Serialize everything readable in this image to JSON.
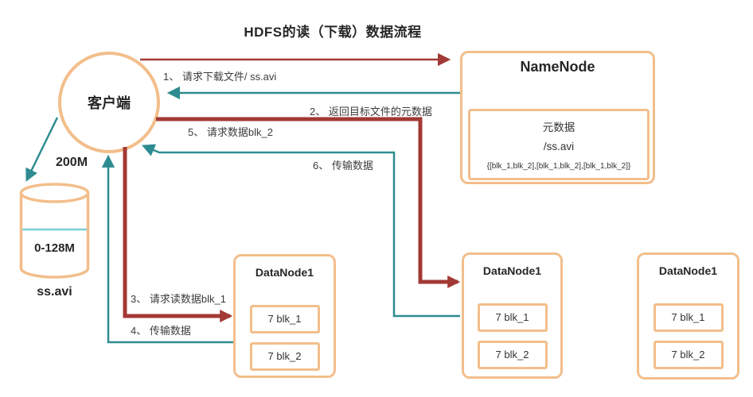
{
  "title": "HDFS的读（下载）数据流程",
  "client": {
    "label": "客户端"
  },
  "source_file": {
    "total_size": "200M",
    "block_range": "0-128M",
    "name": "ss.avi"
  },
  "namenode": {
    "title": "NameNode",
    "metadata_heading": "元数据",
    "metadata_path": "/ss.avi",
    "metadata_blocks": "{[blk_1,blk_2],[blk_1,blk_2],[blk_1,blk_2]}"
  },
  "datanodes": [
    {
      "title": "DataNode1",
      "blocks": [
        "7 blk_1",
        "7 blk_2"
      ]
    },
    {
      "title": "DataNode1",
      "blocks": [
        "7 blk_1",
        "7 blk_2"
      ]
    },
    {
      "title": "DataNode1",
      "blocks": [
        "7 blk_1",
        "7 blk_2"
      ]
    }
  ],
  "flows": [
    {
      "label": "1、 请求下载文件/ ss.avi"
    },
    {
      "label": "2、 返回目标文件的元数据"
    },
    {
      "label": "3、 请求读数据blk_1"
    },
    {
      "label": "4、 传输数据"
    },
    {
      "label": "5、 请求数据blk_2"
    },
    {
      "label": "6、 传输数据"
    }
  ],
  "colors": {
    "node_border": "#F3BE8B",
    "request_arrow": "#A23936",
    "response_arrow": "#2E8C90",
    "cylinder_divider": "#7CCFD4"
  }
}
